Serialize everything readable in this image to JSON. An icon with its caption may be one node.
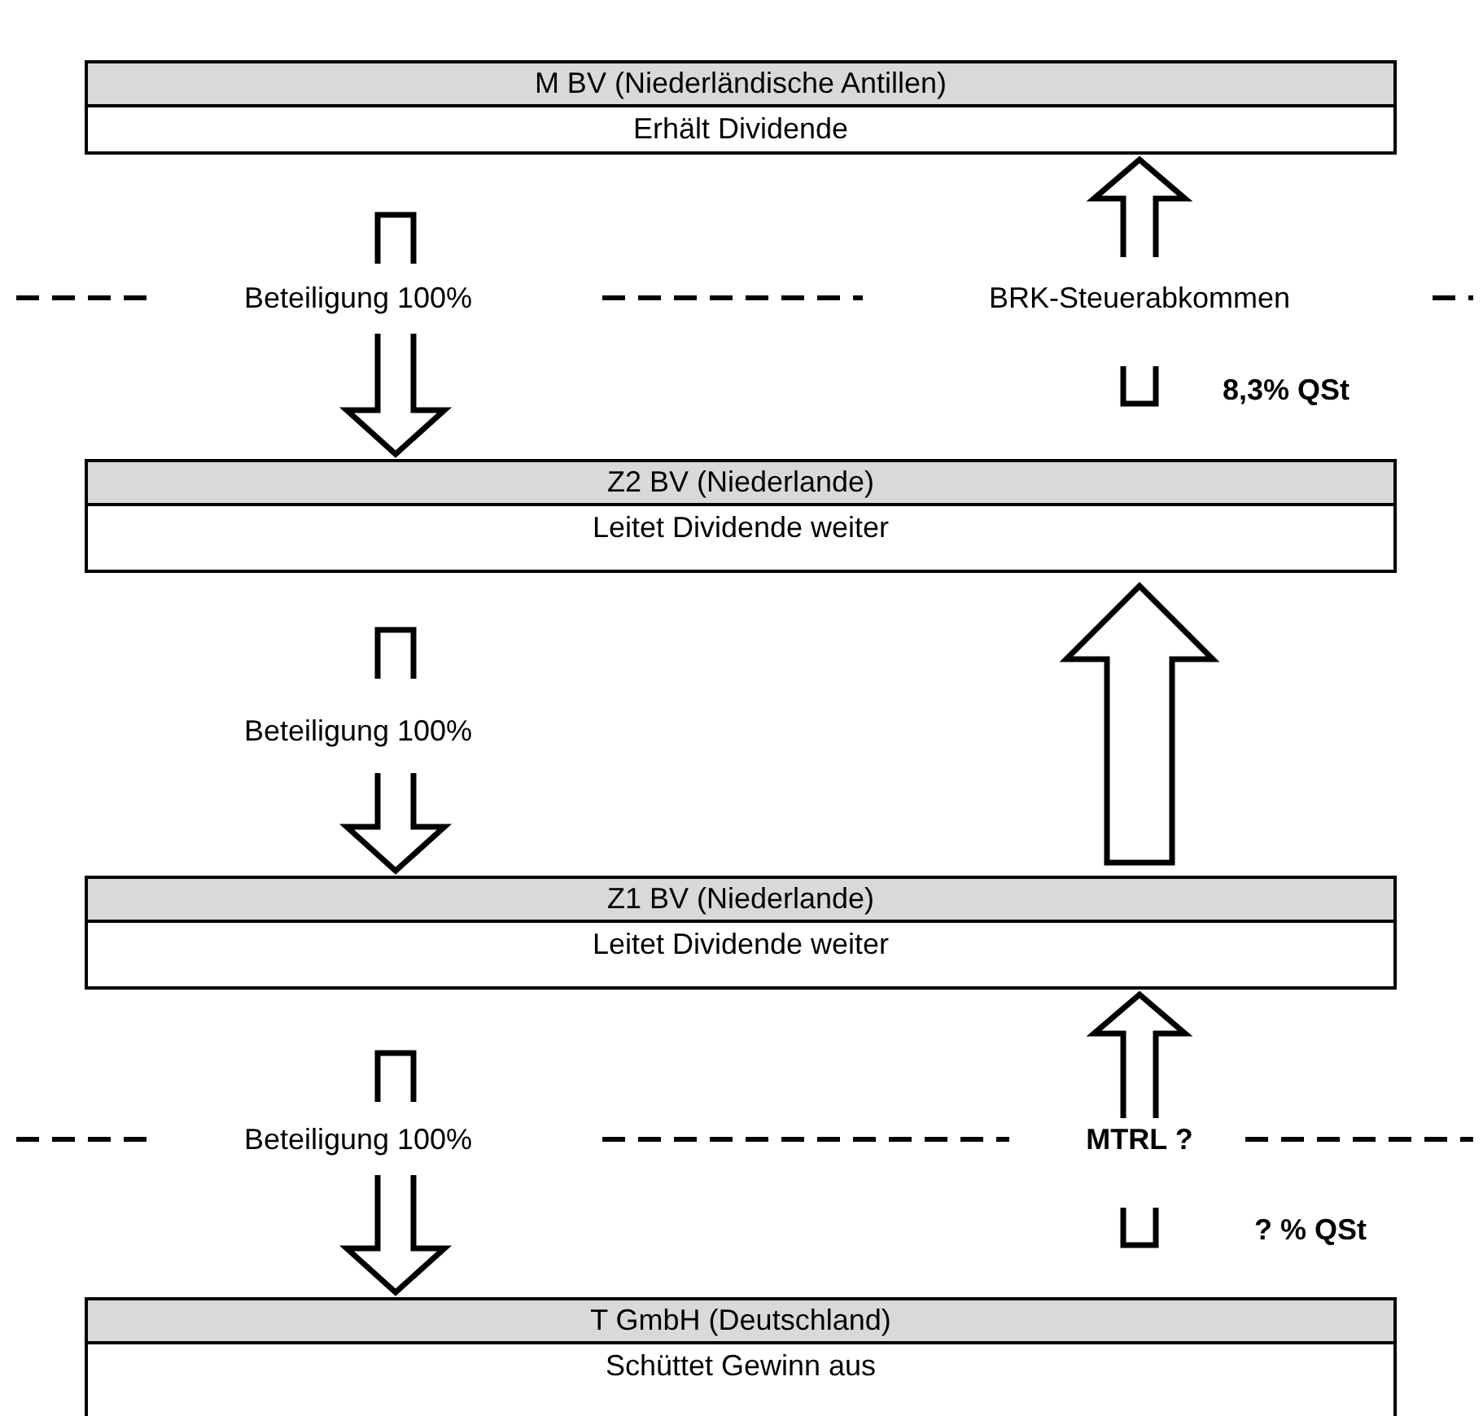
{
  "diagram": {
    "nodes": [
      {
        "text": [
          "M BV (Niederländische Antillen)",
          "Erhält Dividende"
        ]
      },
      {
        "text": [
          "Z2 BV (Niederlande)",
          "Leitet Dividende weiter"
        ]
      },
      {
        "text": [
          "Z1 BV (Niederlande)",
          "Leitet Dividende weiter"
        ]
      },
      {
        "text": [
          "T GmbH (Deutschland)",
          "Schüttet Gewinn aus"
        ]
      }
    ],
    "edges": [
      {
        "from": 0,
        "to": 1,
        "arrow": "to",
        "label": "Beteiligung 100%"
      },
      {
        "from": 1,
        "to": 0,
        "arrow": "to",
        "label": "BRK-Steuerabkommen"
      },
      {
        "from": 1,
        "to": 2,
        "arrow": "to",
        "label": "Beteiligung 100%"
      },
      {
        "from": 2,
        "to": 1,
        "arrow": "to"
      },
      {
        "from": 2,
        "to": 3,
        "arrow": "to",
        "label": "Beteiligung 100%"
      },
      {
        "from": 3,
        "to": 2,
        "arrow": "to",
        "label": "MTRL ?"
      }
    ],
    "labels": [
      "8,3% QSt",
      "? % QSt"
    ]
  }
}
